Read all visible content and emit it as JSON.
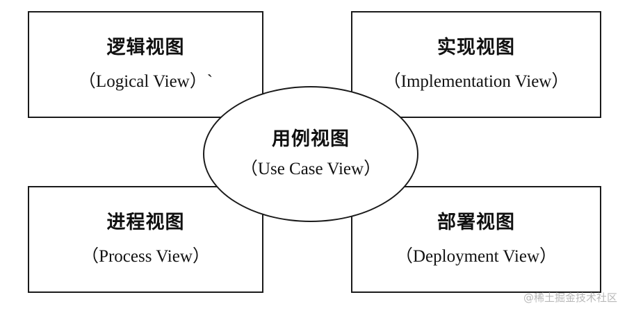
{
  "views": {
    "logical": {
      "title": "逻辑视图",
      "subtitle": "（Logical View）`"
    },
    "implementation": {
      "title": "实现视图",
      "subtitle": "（Implementation View）"
    },
    "use_case": {
      "title": "用例视图",
      "subtitle": "（Use Case View）"
    },
    "process": {
      "title": "进程视图",
      "subtitle": "（Process View）"
    },
    "deployment": {
      "title": "部署视图",
      "subtitle": "（Deployment View）"
    }
  },
  "watermark": "@稀土掘金技术社区",
  "colors": {
    "stroke": "#1a1a1a",
    "background": "#ffffff",
    "watermark": "#b8b8b8"
  }
}
